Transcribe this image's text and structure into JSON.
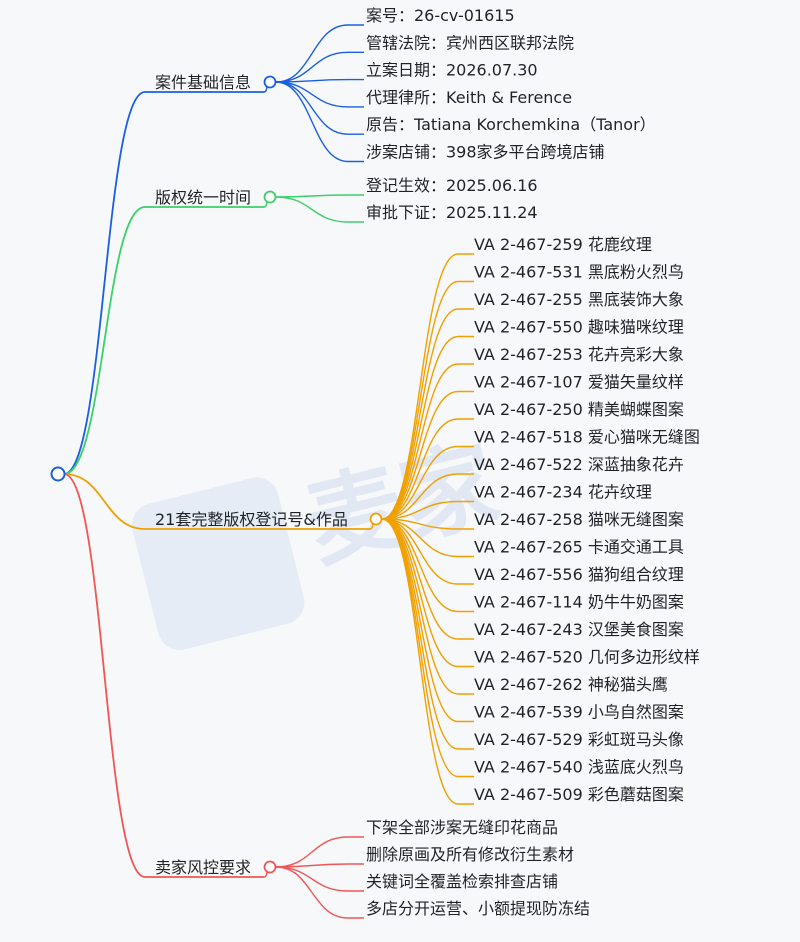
{
  "watermark": {
    "text": "麦家",
    "icon": "logo-mark-icon"
  },
  "colors": {
    "blue": "#1a5fe0",
    "green": "#3ccf6a",
    "orange": "#f0a000",
    "red": "#f05656",
    "root": "#1a5fe0"
  },
  "branches": [
    {
      "label": "案件基础信息",
      "color": "#1a5fe0",
      "items": [
        "案号：26-cv-01615",
        "管辖法院：宾州西区联邦法院",
        "立案日期：2026.07.30",
        "代理律所：Keith & Ference",
        "原告：Tatiana Korchemkina（Tanor）",
        "涉案店铺：398家多平台跨境店铺"
      ]
    },
    {
      "label": "版权统一时间",
      "color": "#3ccf6a",
      "items": [
        "登记生效：2025.06.16",
        "审批下证：2025.11.24"
      ]
    },
    {
      "label": "21套完整版权登记号&作品",
      "color": "#f0a000",
      "items": [
        "VA 2-467-259 花鹿纹理",
        "VA 2-467-531 黑底粉火烈鸟",
        "VA 2-467-255 黑底装饰大象",
        "VA 2-467-550 趣味猫咪纹理",
        "VA 2-467-253 花卉亮彩大象",
        "VA 2-467-107 爱猫矢量纹样",
        "VA 2-467-250 精美蝴蝶图案",
        "VA 2-467-518 爱心猫咪无缝图",
        "VA 2-467-522 深蓝抽象花卉",
        "VA 2-467-234 花卉纹理",
        "VA 2-467-258 猫咪无缝图案",
        "VA 2-467-265 卡通交通工具",
        "VA 2-467-556 猫狗组合纹理",
        "VA 2-467-114 奶牛牛奶图案",
        "VA 2-467-243 汉堡美食图案",
        "VA 2-467-520 几何多边形纹样",
        "VA 2-467-262 神秘猫头鹰",
        "VA 2-467-539 小鸟自然图案",
        "VA 2-467-529 彩虹斑马头像",
        "VA 2-467-540 浅蓝底火烈鸟",
        "VA 2-467-509 彩色蘑菇图案"
      ]
    },
    {
      "label": "卖家风控要求",
      "color": "#f05656",
      "items": [
        "下架全部涉案无缝印花商品",
        "删除原画及所有修改衍生素材",
        "关键词全覆盖检索排查店铺",
        "多店分开运营、小额提现防冻结"
      ]
    }
  ]
}
